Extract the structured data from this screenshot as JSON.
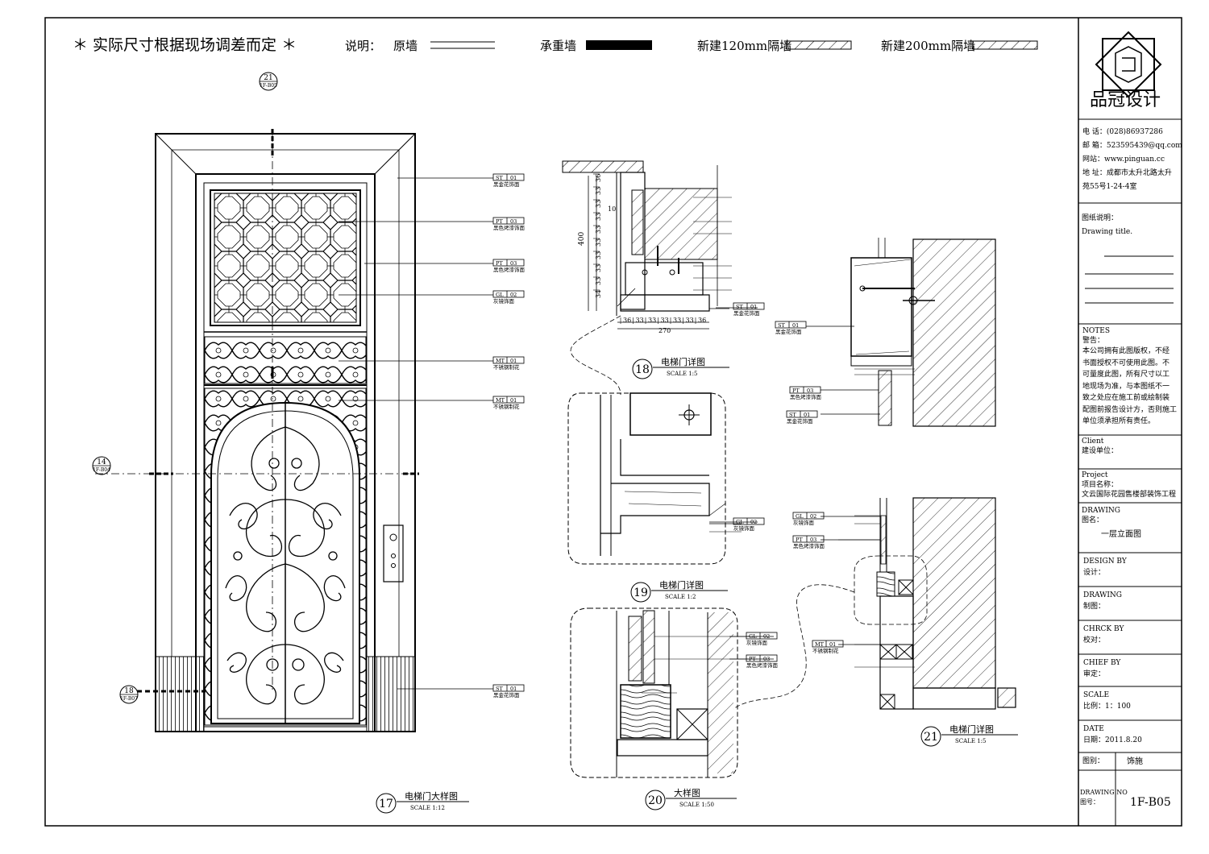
{
  "header": {
    "note": "＊ 实际尺寸根据现场调差而定 ＊",
    "legend_title": "说明：",
    "legend": [
      {
        "label": "原墙",
        "style": "double-line"
      },
      {
        "label": "承重墙",
        "style": "solid-fill"
      },
      {
        "label": "新建120mm隔墙",
        "style": "hatch"
      },
      {
        "label": "新建200mm隔墙",
        "style": "hatch"
      }
    ]
  },
  "section_marks": {
    "top": {
      "num": "21",
      "ref": "1F-B05"
    },
    "left": {
      "num": "14",
      "ref": "1F-B04"
    },
    "bottom": {
      "num": "18",
      "ref": "1F-B07"
    }
  },
  "tags": [
    {
      "code": "ST",
      "num": "01",
      "desc": "黑金花饰面"
    },
    {
      "code": "PT",
      "num": "03",
      "desc": "黑色烤漆饰面"
    },
    {
      "code": "PT",
      "num": "03",
      "desc": "黑色烤漆饰面"
    },
    {
      "code": "GL",
      "num": "02",
      "desc": "灰镜饰面"
    },
    {
      "code": "MT",
      "num": "01",
      "desc": "不锈钢制花"
    },
    {
      "code": "MT",
      "num": "01",
      "desc": "不锈钢制花"
    },
    {
      "code": "ST",
      "num": "01",
      "desc": "黑金花饰面"
    },
    {
      "code": "ST",
      "num": "01",
      "desc": "黑金花饰面"
    },
    {
      "code": "ST",
      "num": "01",
      "desc": "黑金花饰面"
    },
    {
      "code": "GL",
      "num": "02",
      "desc": "灰镜饰面"
    },
    {
      "code": "PT",
      "num": "03",
      "desc": "黑色烤漆饰面"
    },
    {
      "code": "ST",
      "num": "01",
      "desc": "黑金花饰面"
    },
    {
      "code": "GL",
      "num": "02",
      "desc": "灰镜饰面"
    },
    {
      "code": "PT",
      "num": "03",
      "desc": "黑色烤漆饰面"
    },
    {
      "code": "GL",
      "num": "02",
      "desc": "灰镜饰面"
    },
    {
      "code": "PT",
      "num": "03",
      "desc": "黑色烤漆饰面"
    },
    {
      "code": "MT",
      "num": "01",
      "desc": "不锈钢制花"
    }
  ],
  "dims": {
    "left": [
      "36",
      "33",
      "33",
      "33",
      "33",
      "33",
      "33",
      "33",
      "33",
      "34"
    ],
    "left_callout": "10",
    "height": "400",
    "bottom": [
      "36",
      "33",
      "33",
      "33",
      "33",
      "33",
      "36"
    ],
    "total": "270"
  },
  "details": [
    {
      "num": "17",
      "title": "电梯门大样图",
      "scale": "SCALE 1:12"
    },
    {
      "num": "18",
      "title": "电梯门详图",
      "scale": "SCALE 1:5"
    },
    {
      "num": "19",
      "title": "电梯门详图",
      "scale": "SCALE 1:2"
    },
    {
      "num": "20",
      "title": "大样图",
      "scale": "SCALE 1:50"
    },
    {
      "num": "21",
      "title": "电梯门详图",
      "scale": "SCALE 1:5"
    }
  ],
  "titleblock": {
    "company": "品冠设计",
    "phone": "电  话：(028)86937286",
    "email": "邮  箱：523595439@qq.com",
    "web": "网站：www.pinguan.cc",
    "addr1": "地  址：成都市太升北路太升",
    "addr2": "苑55号1-24-4室",
    "title_label": "图纸说明：",
    "title_label_en": "Drawing title.",
    "notes_en": "NOTES",
    "notes_cn": "警告：",
    "notes_body": [
      "本公司拥有此图版权，不经",
      "书面授权不可使用此图。不",
      "可量度此图，所有尺寸以工",
      "地现场为准，与本图纸不一",
      "致之处应在施工前或绘制装",
      "配图前报告设计方，否则施工",
      "单位须承担所有责任。"
    ],
    "client_en": "Client",
    "client_cn": "建设单位：",
    "project_en": "Project",
    "project_cn": "项目名称：",
    "project_value": "文云国际花园售楼部装饰工程",
    "drawing_en": "DRAWING",
    "drawing_cn": "图名：",
    "drawing_value": "一层立面图",
    "design_en": "DESIGN BY",
    "design_cn": "设计：",
    "draw_en": "DRAWING",
    "draw_cn": "制图：",
    "check_en": "CHRCK BY",
    "check_cn": "校对：",
    "chief_en": "CHIEF BY",
    "chief_cn": "审定：",
    "scale_en": "SCALE",
    "scale_cn": "比例：1：100",
    "date_en": "DATE",
    "date_cn": "日期：2011.8.20",
    "type_label": "图别：",
    "type_value": "饰施",
    "no_en": "DRAWING NO",
    "no_cn": "图号：",
    "no_value": "1F-B05"
  }
}
